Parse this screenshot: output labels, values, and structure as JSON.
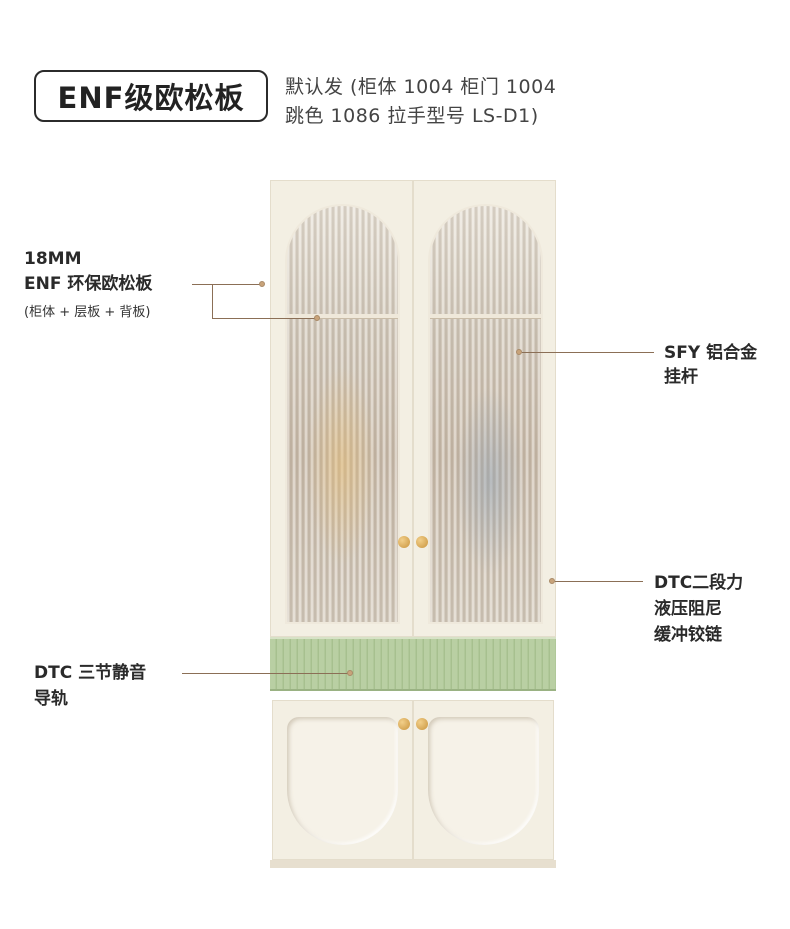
{
  "header": {
    "badge": "ENF级欧松板",
    "spec_line1": "默认发 (柜体 1004  柜门 1004",
    "spec_line2": "跳色 1086   拉手型号  LS-D1)"
  },
  "callouts": {
    "board_line1": "18MM",
    "board_line2": "ENF 环保欧松板",
    "board_line3": "(柜体 + 层板 + 背板)",
    "rod_line1": "SFY 铝合金",
    "rod_line2": "挂杆",
    "hinge_line1": "DTC二段力",
    "hinge_line2": "液压阻尼",
    "hinge_line3": "缓冲铰链",
    "rail_line1": "DTC 三节静音",
    "rail_line2": "导轨"
  },
  "colors": {
    "cabinet": "#f3efe3",
    "drawer_green": "#b9cfa3",
    "knob_gold": "#d9ab5c",
    "leader": "#8b6f56"
  }
}
